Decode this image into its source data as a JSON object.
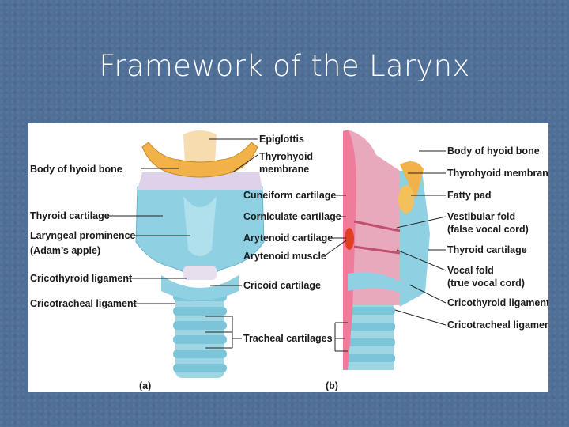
{
  "slide": {
    "title": "Framework of the Larynx"
  },
  "figure": {
    "panel_a": {
      "tag": "(a)",
      "left_labels": [
        "Body of hyoid bone",
        "Thyroid cartilage",
        "Laryngeal prominence",
        "(Adam’s apple)",
        "Cricothyroid ligament",
        "Cricotracheal ligament"
      ]
    },
    "center_labels": [
      "Epiglottis",
      "Thyrohyoid",
      "membrane",
      "Cuneiform cartilage",
      "Corniculate cartilage",
      "Arytenoid cartilage",
      "Arytenoid muscle",
      "Cricoid cartilage",
      "Tracheal cartilages"
    ],
    "panel_b": {
      "tag": "(b)",
      "right_labels": [
        "Body of hyoid bone",
        "Thyrohyoid membrane",
        "Fatty pad",
        "Vestibular fold",
        "(false vocal cord)",
        "Thyroid cartilage",
        "Vocal fold",
        "(true vocal cord)",
        "Cricothyroid ligament",
        "Cricotracheal ligament"
      ]
    }
  }
}
